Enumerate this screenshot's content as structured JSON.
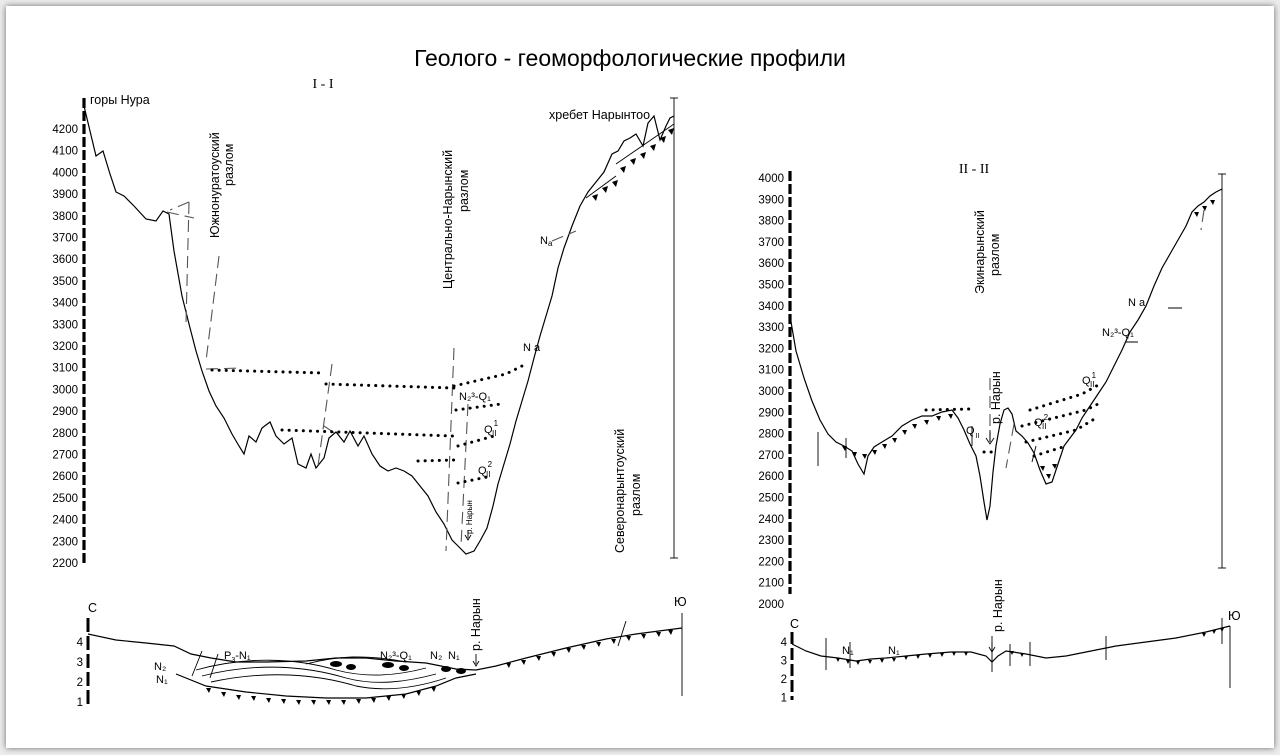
{
  "title": "Геолого - геоморфологические профили",
  "section1": {
    "title": "I - I",
    "peak_left": "горы Нура",
    "peak_right": "хребет Нарынтоо",
    "fault_south_nura": [
      "Южнонуратоуский",
      "разлом"
    ],
    "fault_central_naryn": [
      "Центрально-Нарынский",
      "разлом"
    ],
    "fault_north_naryntoo": [
      "Северонарынтоуский",
      "разлом"
    ],
    "river": "р. Нарын",
    "unit_N": "N",
    "unit_N_sub": "a",
    "unit_Na": "N a",
    "unit_NQ": "N₂³-Q₁",
    "unit_Q_upper": "Q",
    "unit_Q_upper_sup": "1",
    "unit_Q_upper_sub": "II",
    "unit_Q_lower": "Q",
    "unit_Q_lower_sup": "2",
    "unit_Q_lower_sub": "II",
    "y_ticks": [
      "4200",
      "4100",
      "4000",
      "3900",
      "3800",
      "3700",
      "3600",
      "3500",
      "3400",
      "3300",
      "3200",
      "3100",
      "3000",
      "2900",
      "2800",
      "2700",
      "2600",
      "2500",
      "2400",
      "2300",
      "2200"
    ]
  },
  "section2": {
    "title": "II - II",
    "fault_ekinaryn": [
      "Экинарынский",
      "разлом"
    ],
    "river": "р. Нарын",
    "unit_Na": "N a",
    "unit_NQ": "N₂³-Q₁",
    "unit_Q1": "Q",
    "unit_Q1_sup": "1",
    "unit_Q1_sub": "II",
    "unit_Q2": "Q",
    "unit_Q2_sup": "2",
    "unit_Q2_sub": "II",
    "unit_Q_left": "Q",
    "unit_Q_left_sub": "II",
    "y_ticks": [
      "4000",
      "3900",
      "3800",
      "3700",
      "3600",
      "3500",
      "3400",
      "3300",
      "3200",
      "3100",
      "3000",
      "2900",
      "2800",
      "2700",
      "2600",
      "2500",
      "2400",
      "2300",
      "2200",
      "2100",
      "2000"
    ]
  },
  "lower1": {
    "north": "С",
    "south": "Ю",
    "river": "р. Нарын",
    "y_ticks": [
      "4",
      "3",
      "2",
      "1"
    ],
    "label_P": "P",
    "label_P_sub": "3",
    "label_PN": "-N₁",
    "label_N2": "N₂",
    "label_N1": "N₁",
    "label_NQ": "N₂³-Q₁",
    "label_N2b": "N₂",
    "label_N1b": "N₁"
  },
  "lower2": {
    "north": "С",
    "south": "Ю",
    "river": "р. Нарын",
    "y_ticks": [
      "4",
      "3",
      "2",
      "1"
    ],
    "label_N1a": "N₁",
    "label_N1b": "N₁"
  }
}
